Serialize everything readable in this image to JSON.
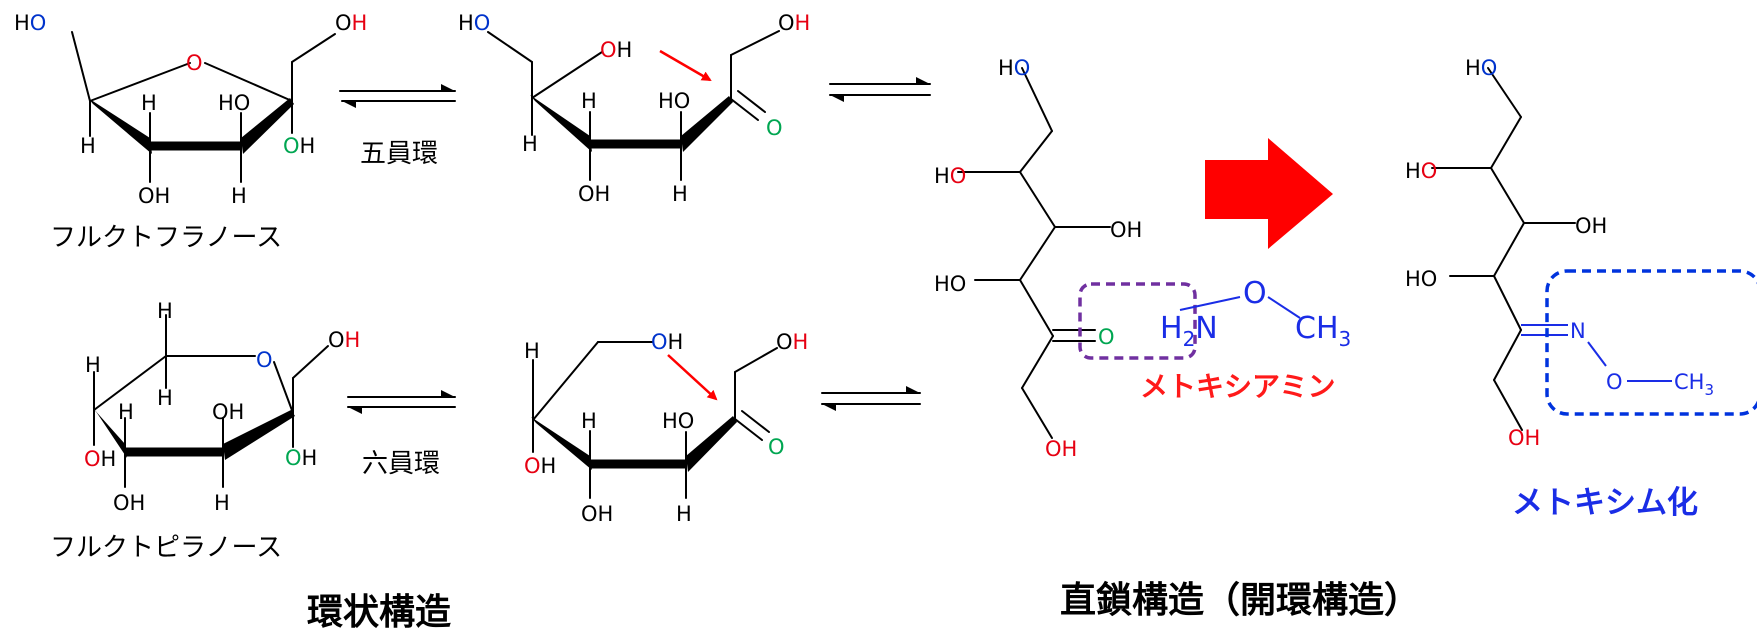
{
  "colors": {
    "carbon": "#000000",
    "oxygen_red": "#e60012",
    "oxygen_blue": "#0033cc",
    "oxygen_green": "#00a651",
    "reagent_blue": "#1a2de6",
    "arrow_red": "#ff0000",
    "box_purple": "#7030a0",
    "box_blue": "#0033dd",
    "label_red": "#ff1a1a",
    "label_blue": "#1a2de6"
  },
  "atoms": {
    "HO": "HO",
    "OH": "OH",
    "O": "O",
    "H": "H",
    "N": "N",
    "C": "C"
  },
  "reagent": {
    "H": "H",
    "sub2": "2",
    "N": "N",
    "O": "O",
    "CH": "CH",
    "sub3": "3"
  },
  "labels": {
    "five_ring": "五員環",
    "six_ring": "六員環",
    "furanose": "フルクトフラノース",
    "pyranose": "フルクトピラノース",
    "reagent_name": "メトキシアミン",
    "reaction_name": "メトキシム化",
    "cyclic_caption": "環状構造",
    "linear_caption": "直鎖構造（開環構造）"
  }
}
